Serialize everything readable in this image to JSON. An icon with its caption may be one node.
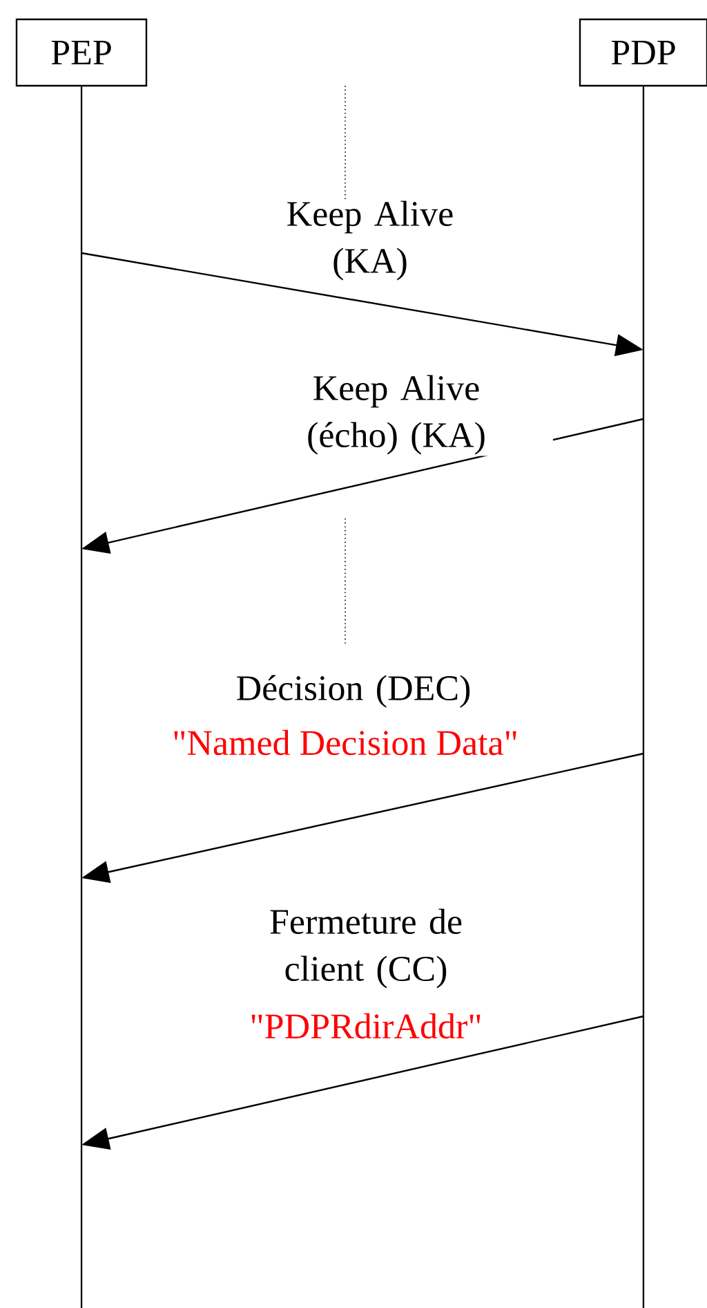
{
  "diagram": {
    "nodes": [
      {
        "text": [
          "PEP"
        ]
      },
      {
        "text": [
          "PDP"
        ]
      }
    ],
    "edges": [
      {
        "from": 0,
        "to": 1,
        "arrow": "to",
        "label": "Keep Alive (KA)"
      },
      {
        "from": 1,
        "to": 0,
        "arrow": "to",
        "label": "Keep Alive (écho) (KA)"
      },
      {
        "from": 1,
        "to": 0,
        "arrow": "to",
        "label": "Décision (DEC)"
      },
      {
        "from": 1,
        "to": 0,
        "arrow": "to",
        "label": "Fermeture de client (CC)"
      }
    ],
    "labels": [
      "\"Named Decision Data\"",
      "\"PDPRdirAddr\""
    ]
  }
}
